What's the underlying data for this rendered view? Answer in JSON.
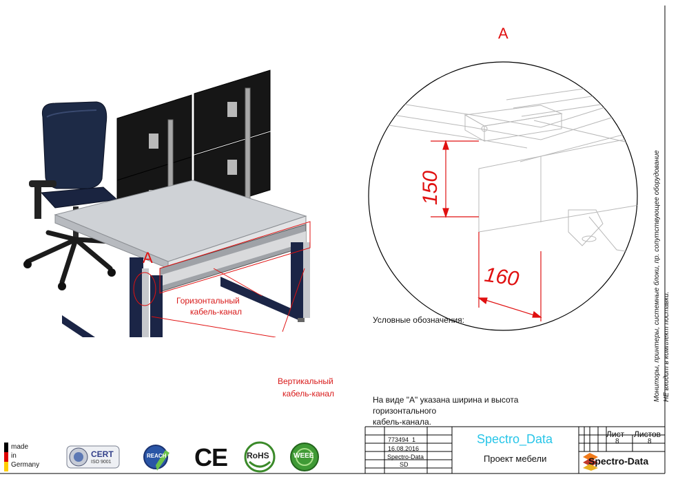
{
  "drawing": {
    "view_letter": "A",
    "dimension_height": "150",
    "dimension_width": "160",
    "label_horizontal_line1": "Горизонтальный",
    "label_horizontal_line2": "кабель-канал",
    "label_vertical_line1": "Вертикальный",
    "label_vertical_line2": "кабель-канал"
  },
  "legend": {
    "heading": "Условные обозначения:",
    "line1": "На виде \"А\" указана ширина и высота горизонтального",
    "line2": "кабель-канала."
  },
  "side_note": {
    "line1": "Мониторы, принтеры, системные блоки, пр. сопутствующее оборудование",
    "line2": "НЕ входит в комплект поставки."
  },
  "title_block": {
    "doc_number": "773494_1",
    "date": "16.08.2016",
    "company_short": "Spectro-Data",
    "code": "SD",
    "project_brand": "Spectro_Data",
    "project_title": "Проект мебели",
    "sheet_label": "Лист",
    "sheets_label": "Листов",
    "sheet_value": "8",
    "sheets_value": "8",
    "logo_text": "Spectro-Data"
  },
  "badges": {
    "made_in_line1": "made",
    "made_in_line2": "in",
    "made_in_line3": "Germany",
    "cert_line1": "CERT",
    "cert_line2": "ISO 9001",
    "reach": "REACH",
    "ce": "CE",
    "rohs": "RoHS",
    "weee": "WEEE"
  }
}
